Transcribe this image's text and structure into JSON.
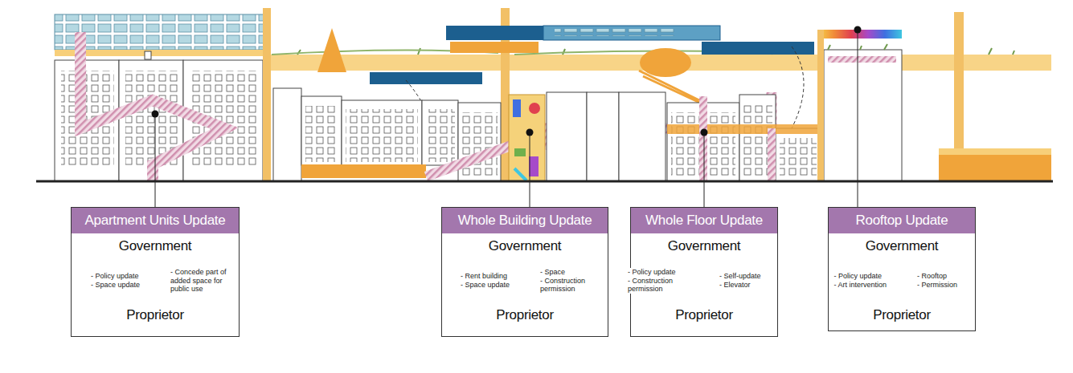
{
  "diagram": {
    "nodes": [
      {
        "text": [
          "Apartment Units Update"
        ]
      },
      {
        "text": [
          "Government"
        ],
        "in": 0
      },
      {
        "text": [
          "Proprietor"
        ],
        "in": 0
      },
      {
        "text": [
          "Whole Building Update"
        ]
      },
      {
        "text": [
          "Government"
        ],
        "in": 3
      },
      {
        "text": [
          "Proprietor"
        ],
        "in": 3
      },
      {
        "text": [
          "Whole Floor Update"
        ]
      },
      {
        "text": [
          "Government"
        ],
        "in": 6
      },
      {
        "text": [
          "Proprietor"
        ],
        "in": 6
      },
      {
        "text": [
          "Rooftop Update"
        ]
      },
      {
        "text": [
          "Government"
        ],
        "in": 9
      },
      {
        "text": [
          "Proprietor"
        ],
        "in": 9
      }
    ],
    "edges": [
      {
        "from": 1,
        "to": 2,
        "arrow": "to",
        "label": "- Policy update - Space update"
      },
      {
        "from": 2,
        "to": 1,
        "arrow": "to",
        "label": "- Concede part of added space for public use"
      },
      {
        "from": 4,
        "to": 5,
        "arrow": "to",
        "label": "- Rent building - Space update"
      },
      {
        "from": 5,
        "to": 4,
        "arrow": "to",
        "label": "- Space - Construction permission"
      },
      {
        "from": 7,
        "to": 8,
        "arrow": "to",
        "label": "- Policy update - Construction permission"
      },
      {
        "from": 8,
        "to": 7,
        "arrow": "to",
        "label": "- Self-update - Elevator"
      },
      {
        "from": 10,
        "to": 11,
        "arrow": "to",
        "label": "- Policy update - Art intervention"
      },
      {
        "from": 11,
        "to": 10,
        "arrow": "to",
        "label": "- Rooftop - Permission"
      }
    ]
  }
}
